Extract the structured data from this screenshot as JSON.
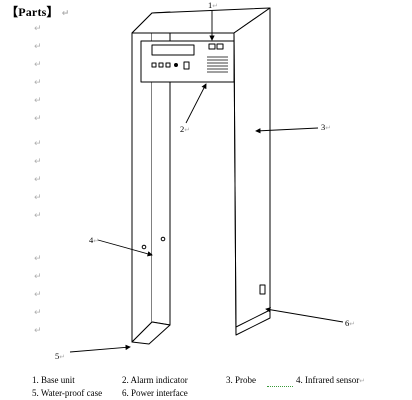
{
  "heading": "【Parts】",
  "para_mark": "↵",
  "callouts": [
    "1",
    "2",
    "3",
    "4",
    "5",
    "6"
  ],
  "legend": [
    "1. Base unit",
    "2. Alarm indicator",
    "3. Probe",
    "4. Infrared sensor",
    "5. Water-proof case",
    "6. Power interface"
  ],
  "colors": {
    "ink": "#000000",
    "para_mark": "#b0b0b0",
    "spellcheck": "#3a9a3a"
  }
}
